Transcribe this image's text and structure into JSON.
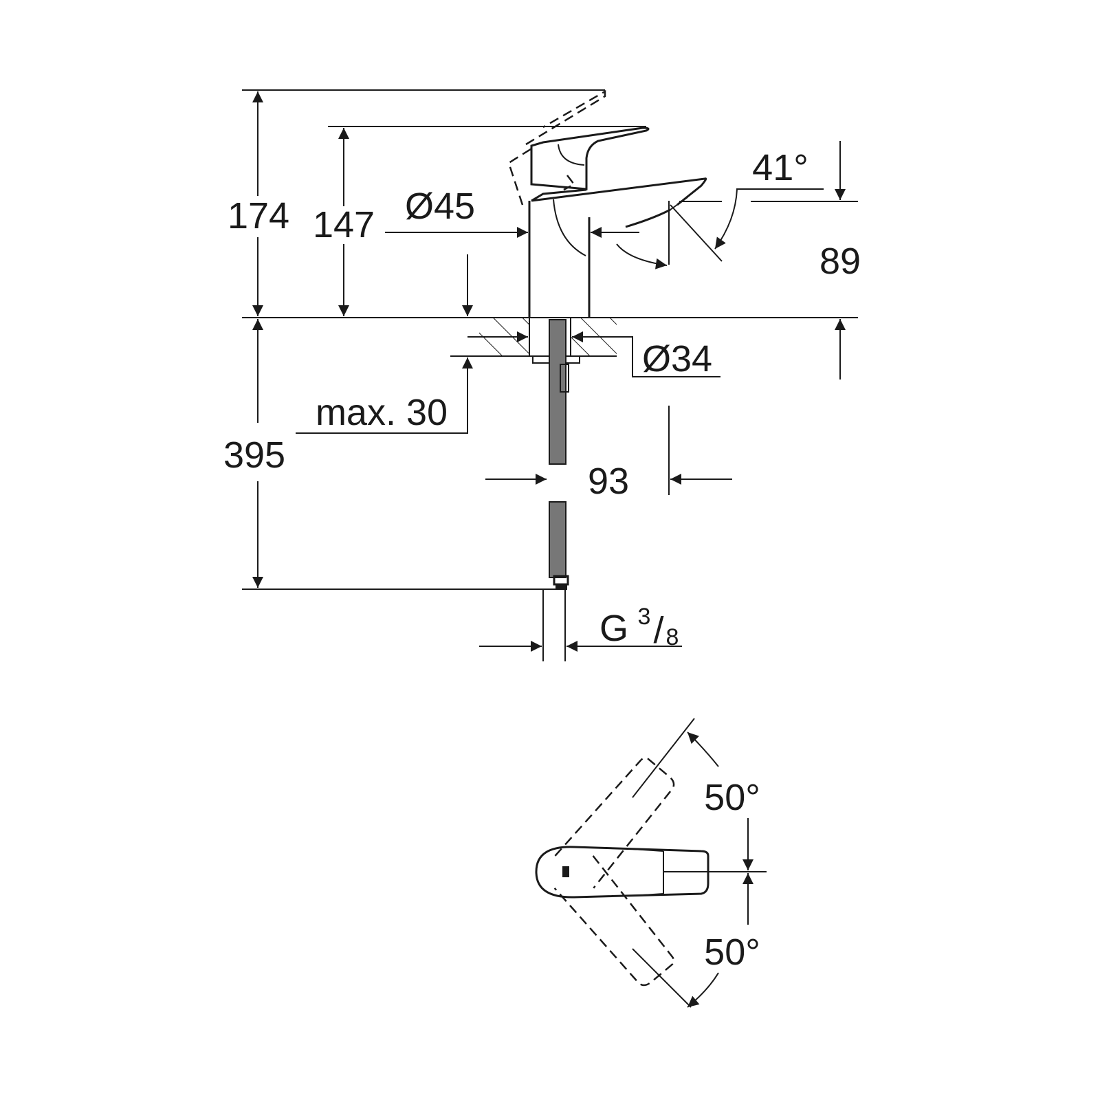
{
  "side_view": {
    "dim_total_height": "174",
    "dim_spout_height": "147",
    "dim_body_diameter": "Ø45",
    "dim_lever_angle": "41°",
    "dim_aerator_height": "89",
    "dim_hole_diameter": "Ø34",
    "dim_max_thickness": "max. 30",
    "dim_hose_length": "395",
    "dim_projection": "93",
    "dim_thread": "G",
    "dim_thread_num": "3",
    "dim_thread_den": "8"
  },
  "top_view": {
    "angle_left": "50°",
    "angle_right": "50°"
  },
  "colors": {
    "line": "#1a1a1a",
    "background": "#ffffff"
  }
}
